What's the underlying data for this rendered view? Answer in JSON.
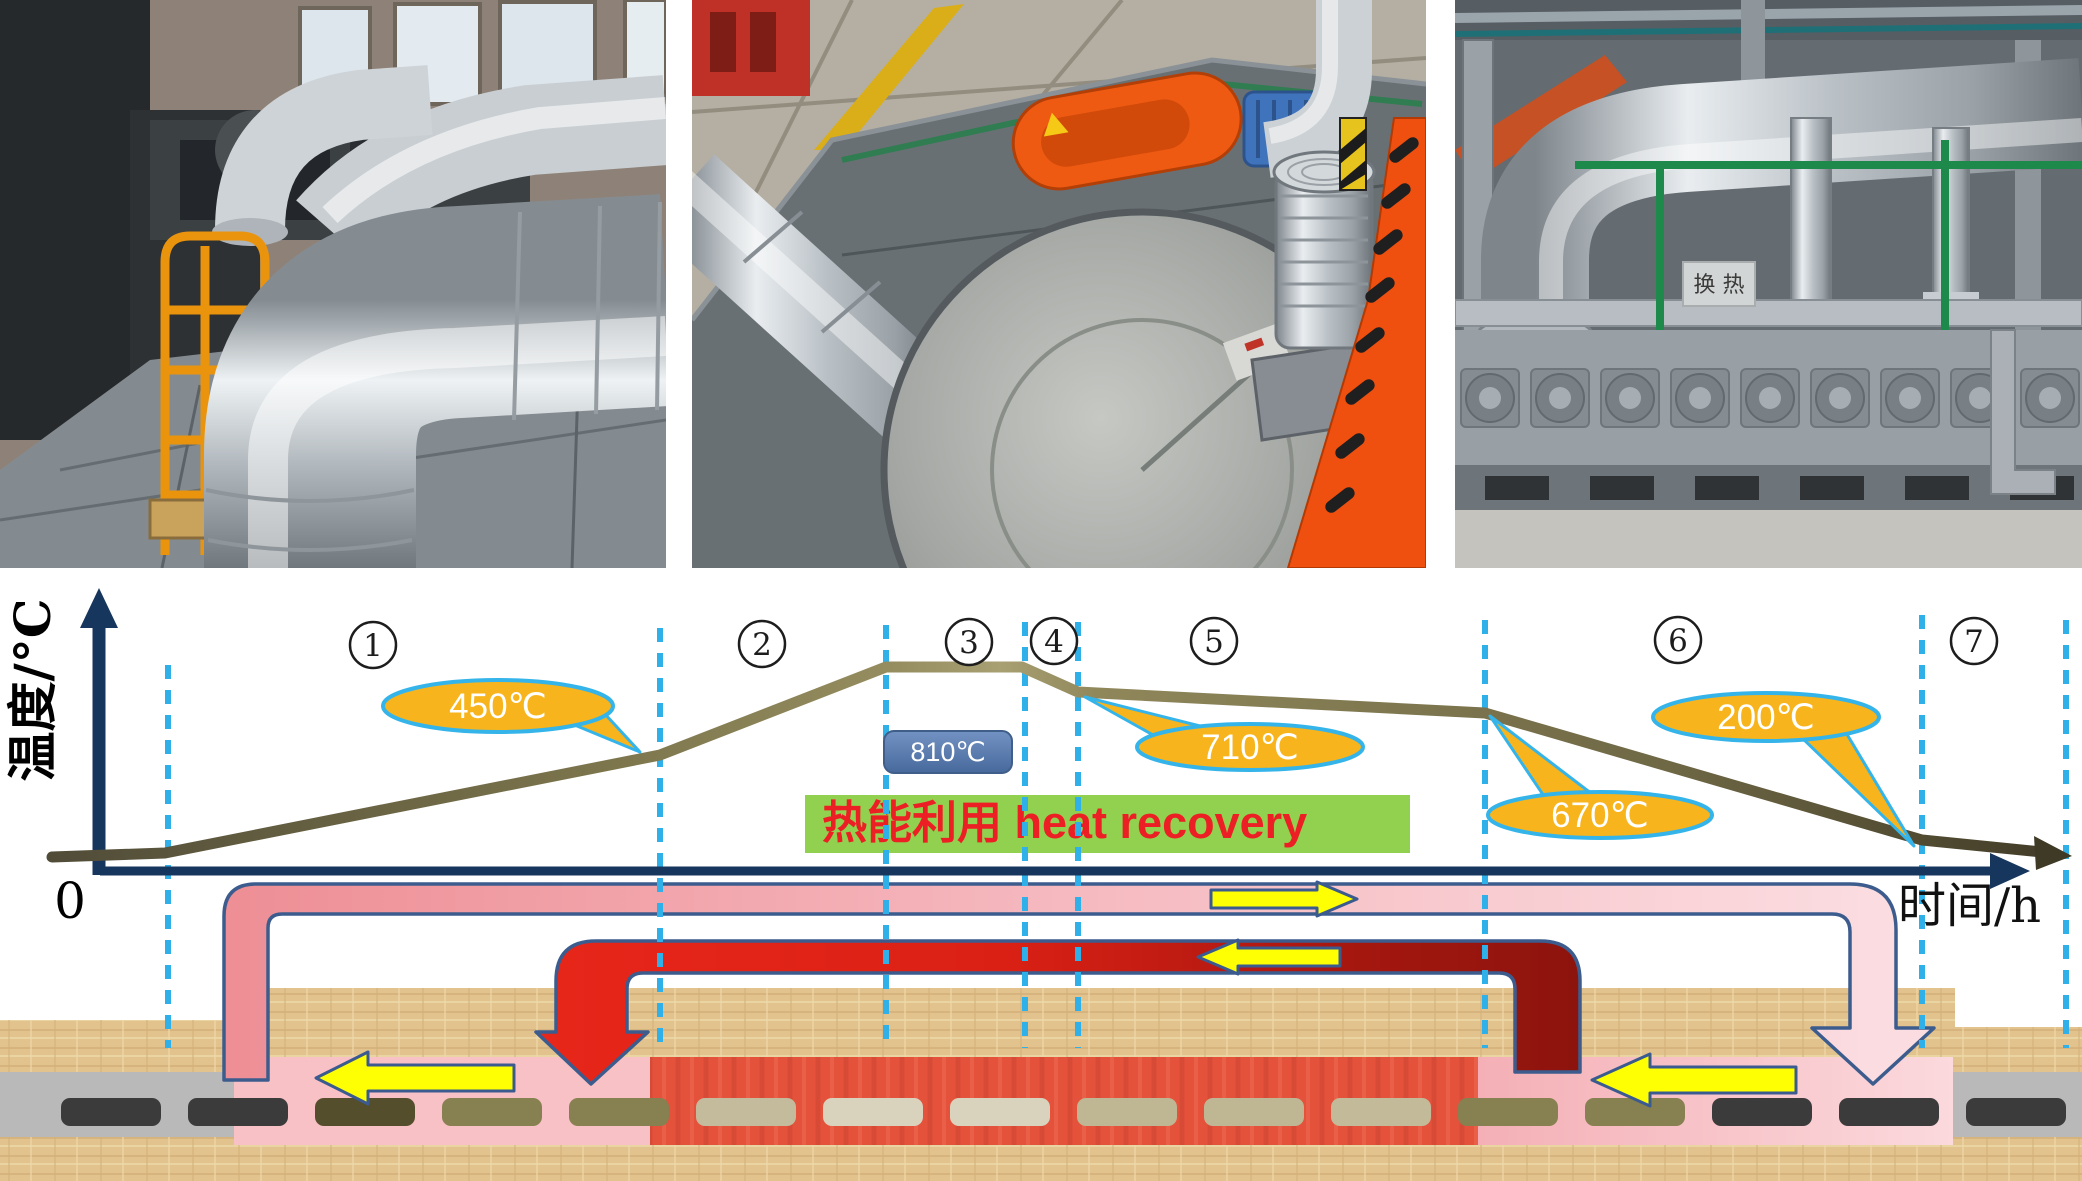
{
  "photos": {
    "sign_label": "换 热"
  },
  "chart": {
    "y_axis_label": "温度/°C",
    "x_axis_label": "时间/h",
    "origin_label": "0",
    "zones": [
      "1",
      "2",
      "3",
      "4",
      "5",
      "6",
      "7"
    ],
    "callouts": [
      {
        "value": "450℃"
      },
      {
        "value": "710℃"
      },
      {
        "value": "670℃"
      },
      {
        "value": "200℃"
      }
    ],
    "peak_badge": "810℃",
    "banner": "热能利用 heat recovery"
  },
  "chart_data": {
    "type": "line",
    "title": "",
    "xlabel": "时间/h",
    "ylabel": "温度/°C",
    "origin": "0",
    "zones": [
      "1",
      "2",
      "3",
      "4",
      "5",
      "6",
      "7"
    ],
    "temperature_markers": [
      {
        "label": "450℃",
        "value_c": 450,
        "position": "zone 1 / zone 2 boundary"
      },
      {
        "label": "810℃",
        "value_c": 810,
        "position": "zone 3 firing plateau"
      },
      {
        "label": "710℃",
        "value_c": 710,
        "position": "start of zone 5"
      },
      {
        "label": "670℃",
        "value_c": 670,
        "position": "zone 5 / zone 6 boundary"
      },
      {
        "label": "200℃",
        "value_c": 200,
        "position": "zone 6 / zone 7 boundary"
      }
    ],
    "series": [
      {
        "name": "kiln temperature profile",
        "x_fraction": [
          0.0,
          0.06,
          0.3,
          0.41,
          0.48,
          0.51,
          0.71,
          0.92,
          1.0
        ],
        "temp_c": [
          60,
          70,
          450,
          810,
          810,
          710,
          670,
          200,
          120
        ]
      }
    ],
    "annotation": "热能利用 heat recovery",
    "grid": "dashed vertical zone dividers",
    "legend_position": "none"
  },
  "flow_diagram": {
    "tile_colors": [
      "#3b3b3b",
      "#3b3b3b",
      "#554e2c",
      "#878050",
      "#878050",
      "#c3bb9c",
      "#d9d3bd",
      "#d9d3bd",
      "#bfb794",
      "#bfb794",
      "#c2ba98",
      "#878050",
      "#878050",
      "#3b3b3b",
      "#3b3b3b",
      "#3b3b3b"
    ],
    "kiln_body_color": "#e2c28d",
    "entry_zone_color": "#f8c1c6",
    "firing_zone_color": "#e4523c",
    "cooling_zone_color": "#f4b3b9",
    "end_zone_color": "#b9b9b9",
    "exhaust_duct_colors": [
      "#e8261a",
      "#8c140d"
    ],
    "supply_duct_colors": [
      "#ee8e95",
      "#fbdde1"
    ],
    "arrow_color": "#feff02"
  },
  "colors": {
    "axis": "#17365d",
    "curve": "#7d764d",
    "dashed_line": "#2fb0e8",
    "callout_fill": "#f7b41c",
    "callout_border": "#35b4ea",
    "banner_bg": "#92d050",
    "banner_text": "#ec2024",
    "badge_bg": "#4a6fa3",
    "badge_text": "#ffffff"
  }
}
